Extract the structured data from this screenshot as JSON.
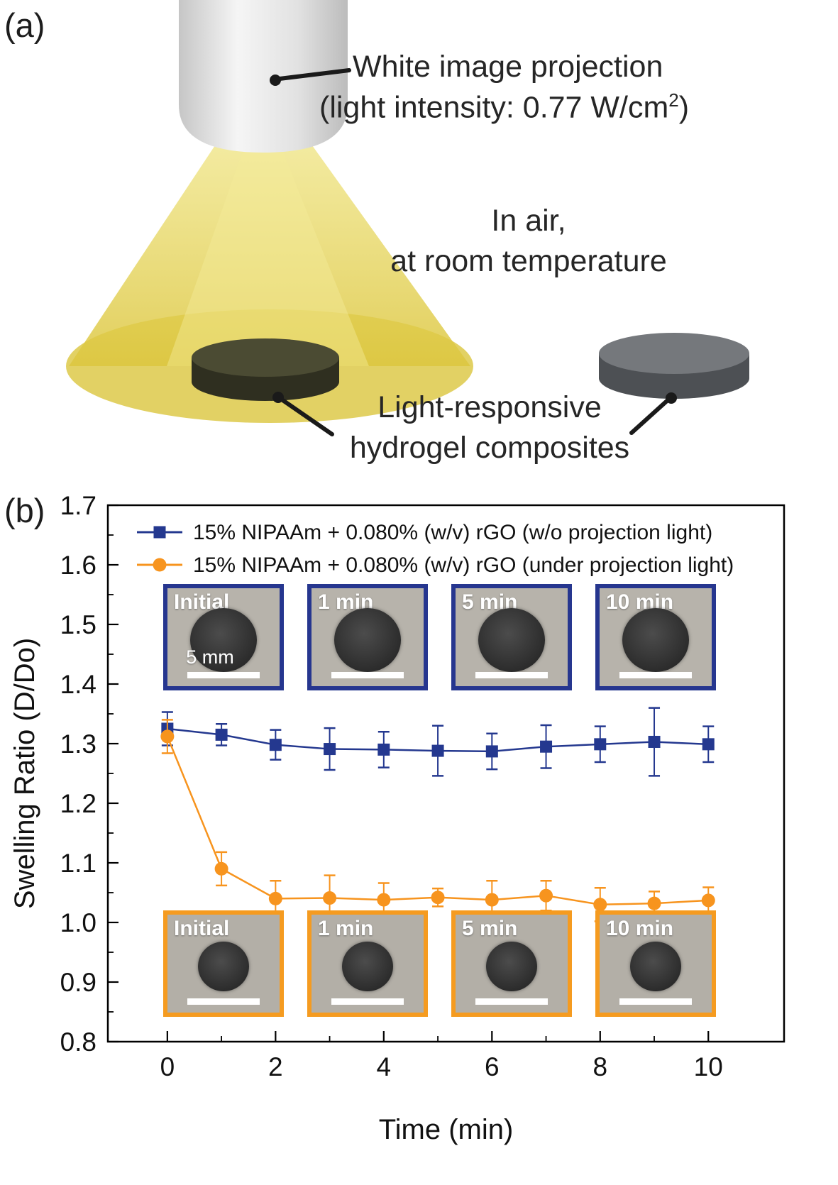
{
  "figure": {
    "panel_a": {
      "label": "(a)",
      "projection_title": "White image projection",
      "light_intensity_prefix": "(light intensity: 0.77 W/cm",
      "light_intensity_sup": "2",
      "light_intensity_suffix": ")",
      "condition_line1": "In air,",
      "condition_line2": "at room temperature",
      "sample_line1": "Light-responsive",
      "sample_line2": "hydrogel composites"
    },
    "panel_b": {
      "label": "(b)",
      "insets_top": {
        "labels": [
          "Initial",
          "1 min",
          "5 min",
          "10 min"
        ],
        "scale_text": "5 mm"
      },
      "insets_bottom": {
        "labels": [
          "Initial",
          "1 min",
          "5 min",
          "10 min"
        ]
      }
    }
  },
  "chart_data": {
    "type": "line",
    "x": [
      0,
      1,
      2,
      3,
      4,
      5,
      6,
      7,
      8,
      9,
      10
    ],
    "series": [
      {
        "name": "15% NIPAAm + 0.080% (w/v) rGO (w/o projection light)",
        "color": "#24388f",
        "marker": "square",
        "values": [
          1.325,
          1.315,
          1.298,
          1.291,
          1.29,
          1.288,
          1.287,
          1.295,
          1.299,
          1.303,
          1.299
        ],
        "errors": [
          0.028,
          0.018,
          0.025,
          0.035,
          0.03,
          0.042,
          0.03,
          0.036,
          0.03,
          0.057,
          0.03
        ]
      },
      {
        "name": "15% NIPAAm + 0.080% (w/v) rGO (under projection light)",
        "color": "#f7941e",
        "marker": "circle",
        "values": [
          1.312,
          1.09,
          1.04,
          1.041,
          1.038,
          1.042,
          1.038,
          1.045,
          1.03,
          1.032,
          1.037
        ],
        "errors": [
          0.028,
          0.028,
          0.03,
          0.038,
          0.028,
          0.015,
          0.032,
          0.025,
          0.028,
          0.02,
          0.022
        ]
      }
    ],
    "title": "",
    "xlabel": "Time (min)",
    "ylabel": "Swelling Ratio (D/Do)",
    "xlim": [
      -1.1,
      11.4
    ],
    "ylim": [
      0.8,
      1.7
    ],
    "xticks": [
      0,
      2,
      4,
      6,
      8,
      10
    ],
    "yticks": [
      0.8,
      0.9,
      1.0,
      1.1,
      1.2,
      1.3,
      1.4,
      1.5,
      1.6,
      1.7
    ],
    "grid": false,
    "legend_position": "top-left-inside"
  }
}
